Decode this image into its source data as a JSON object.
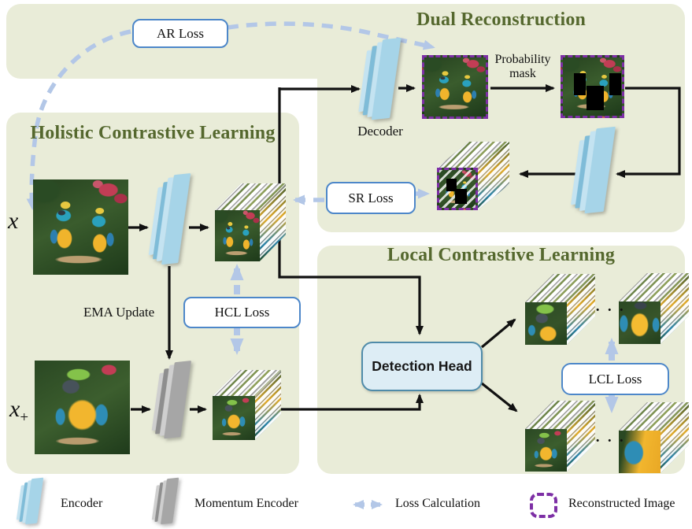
{
  "figure": {
    "type": "ml-architecture-diagram",
    "panels": {
      "dual_reconstruction": {
        "title": "Dual Reconstruction"
      },
      "holistic_contrastive": {
        "title": "Holistic Contrastive Learning"
      },
      "local_contrastive": {
        "title": "Local Contrastive Learning"
      }
    },
    "loss_boxes": {
      "ar": "AR Loss",
      "sr": "SR Loss",
      "hcl": "HCL Loss",
      "lcl": "LCL Loss"
    },
    "labels": {
      "x": "x",
      "plus": "+",
      "ema": "EMA Update",
      "decoder": "Decoder",
      "prob_line1": "Probability",
      "prob_line2": "mask",
      "detection_head": "Detection Head",
      "ellipsis": "· · ·"
    },
    "legend": {
      "encoder": "Encoder",
      "momentum_encoder": "Momentum Encoder",
      "loss_calculation": "Loss Calculation",
      "reconstructed_image": "Reconstructed Image"
    },
    "colors": {
      "panel_bg": "#e9ecd8",
      "title_green": "#55682e",
      "loss_border_blue": "#4d87c9",
      "dashed_arrow_blue": "#b3c7e7",
      "reconstructed_purple": "#7d2fa5",
      "detection_fill": "#ddedf5",
      "detection_border": "#4f8ba9",
      "encoder_blue": "#a6d4e8",
      "momentum_gray": "#a6a6a6",
      "line_black": "#111111"
    }
  }
}
